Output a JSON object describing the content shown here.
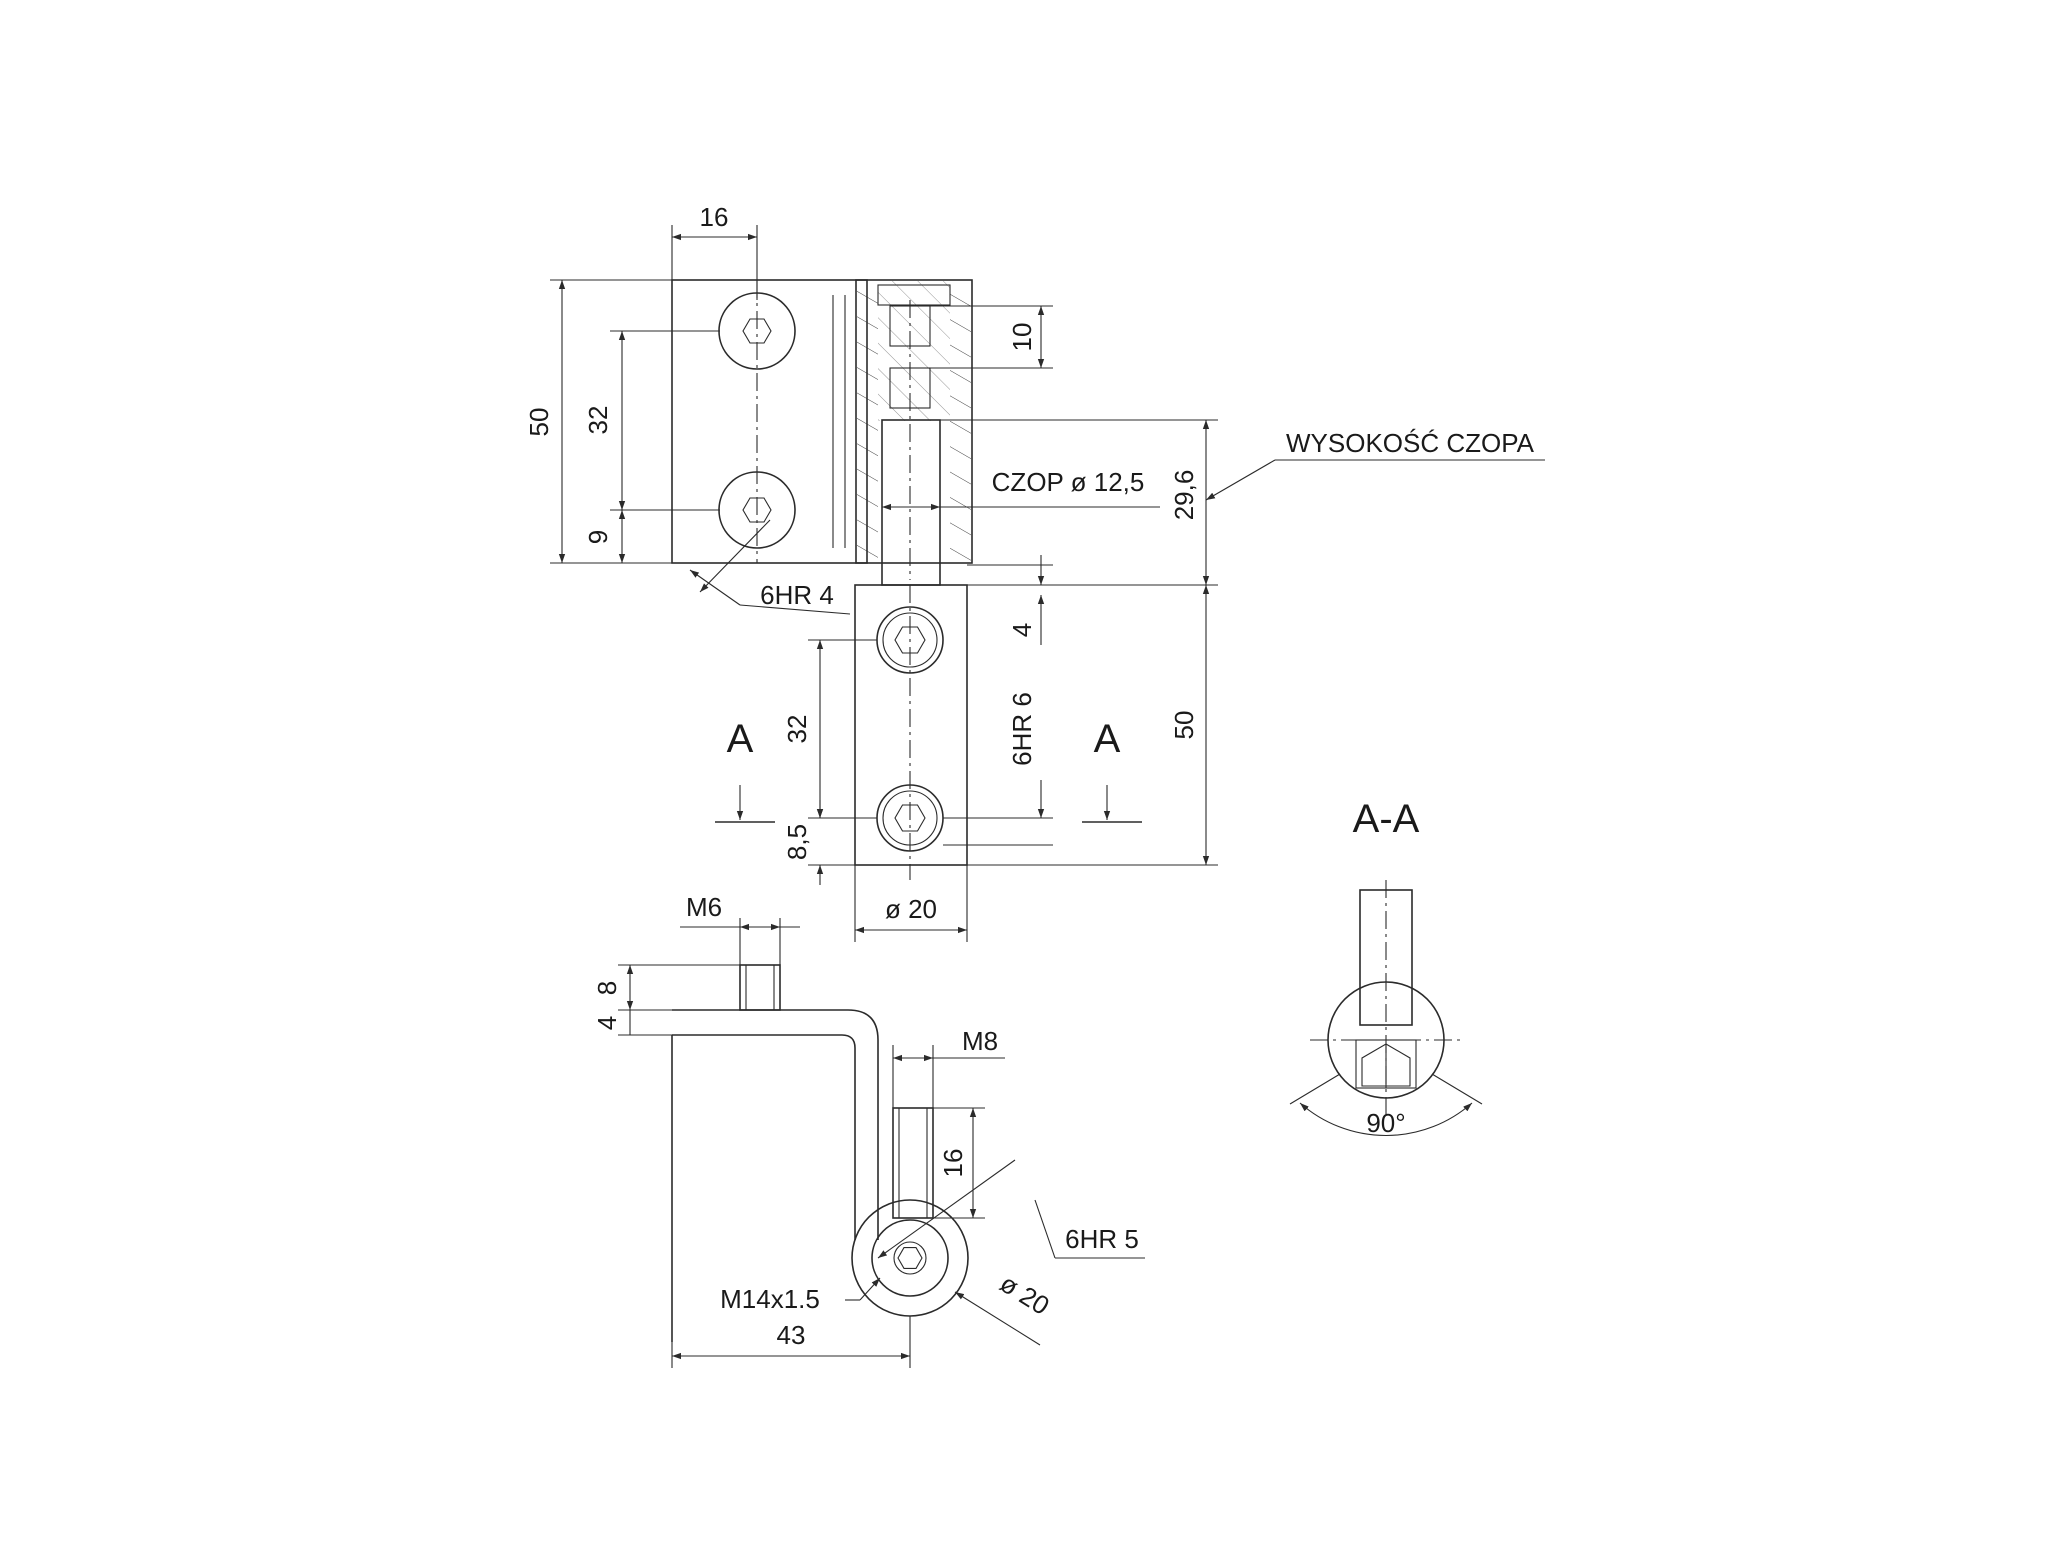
{
  "dimensions": {
    "top_width_16": "16",
    "top_height_50": "50",
    "top_hole_spacing_32": "32",
    "top_hole_offset_9": "9",
    "top_screw_6hr4": "6HR 4",
    "pin_step_10": "10",
    "pin_height_29_6": "29,6",
    "pin_diameter_label": "CZOP ø 12,5",
    "pin_height_callout": "WYSOKOŚĆ CZOPA",
    "gap_4": "4",
    "bottom_hole_spacing_32": "32",
    "bottom_hole_offset_8_5": "8,5",
    "bottom_screw_6hr6": "6HR 6",
    "bottom_height_50": "50",
    "bottom_diameter_20": "ø 20",
    "thread_m6": "M6",
    "height_8": "8",
    "height_4": "4",
    "thread_m8": "M8",
    "thread_length_16": "16",
    "screw_6hr5": "6HR 5",
    "thread_m14": "M14x1.5",
    "diameter_20_side": "ø 20",
    "width_43": "43",
    "angle_90": "90°"
  },
  "section": {
    "marker_left": "A",
    "marker_right": "A",
    "title": "A-A"
  }
}
